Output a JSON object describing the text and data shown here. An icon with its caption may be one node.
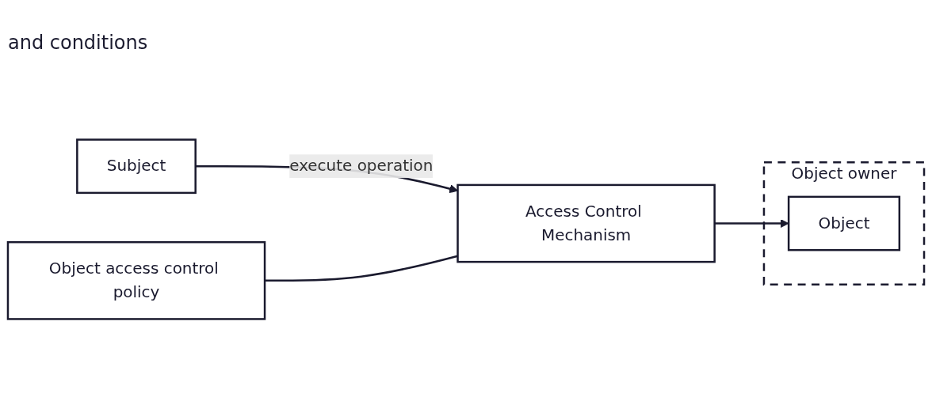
{
  "diagram": {
    "nodes": [
      {
        "text": [
          "Object access control policy"
        ]
      },
      {
        "text": [
          "Subject"
        ]
      },
      {
        "text": [
          "Access Control Mechanism"
        ]
      },
      {
        "text": [
          "Object owner"
        ]
      },
      {
        "text": [
          "Object"
        ],
        "in": 3
      }
    ],
    "edges": [
      {
        "from": 1,
        "to": 2,
        "arrow": "to",
        "label": "execute operation"
      },
      {
        "from": 2,
        "to": 4,
        "arrow": "to"
      },
      {
        "from": 0,
        "to": 2,
        "arrow": "none"
      }
    ],
    "labels": [
      "and conditions"
    ]
  }
}
